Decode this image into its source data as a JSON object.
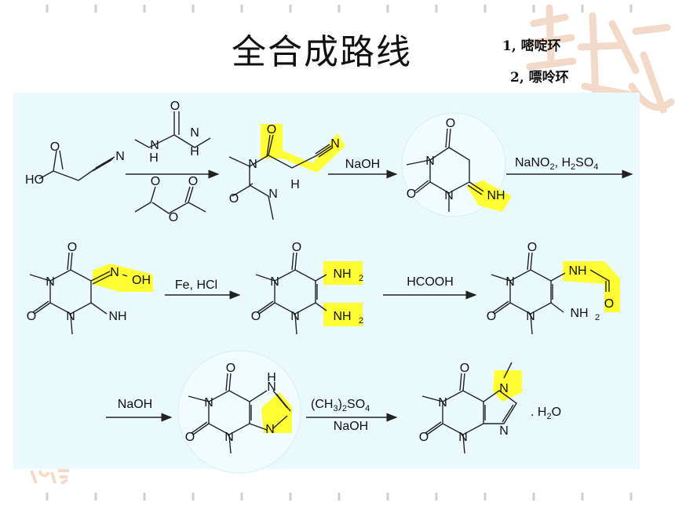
{
  "slide": {
    "title": "全合成路线",
    "notes": [
      "1, 嘧啶环",
      "2, 嘌呤环"
    ]
  },
  "atoms": {
    "O": "O",
    "N": "N",
    "H": "H",
    "HO": "HO",
    "NH": "NH",
    "NH2": "NH",
    "OH": "OH",
    "NdashOH": "N",
    "Hsub": "H"
  },
  "reagents": {
    "step1_top": "",
    "step2": "NaOH",
    "step3_a": "NaNO",
    "step3_b": "2",
    "step3_c": ", H",
    "step3_d": "2",
    "step3_e": "SO",
    "step3_f": "4",
    "step4": "Fe, HCl",
    "step5": "HCOOH",
    "step6": "NaOH",
    "step7_a": "(CH",
    "step7_b": "3",
    "step7_c": ")",
    "step7_d": "2",
    "step7_e": "SO",
    "step7_f": "4",
    "step7_g": "NaOH",
    "hydrate_a": ". H",
    "hydrate_b": "2",
    "hydrate_c": "O"
  },
  "colors": {
    "highlight": "#ffff33",
    "panel": "#e9f9fc",
    "bond": "#222222",
    "deco": "#f3d9c8"
  }
}
